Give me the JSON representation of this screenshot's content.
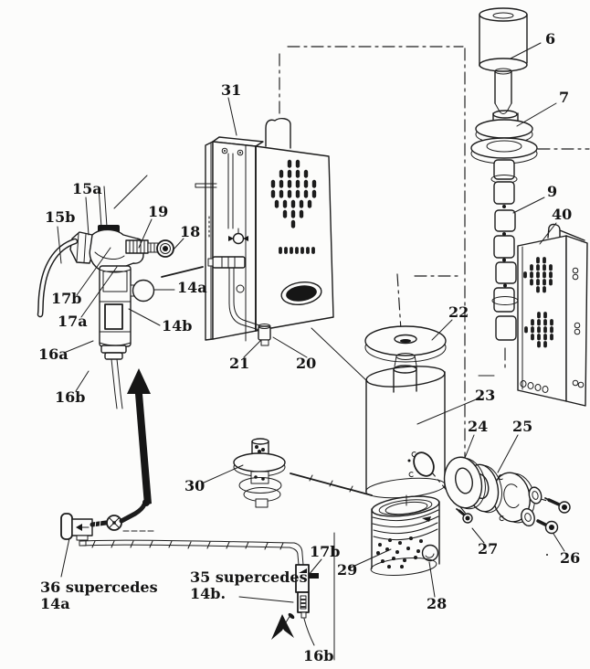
{
  "canvas": {
    "background": "#fcfcfb",
    "ink": "#1c1c1c"
  },
  "labels": {
    "n6": "6",
    "n7": "7",
    "n9": "9",
    "n40": "40",
    "n31": "31",
    "n15a": "15a",
    "n15b": "15b",
    "n19": "19",
    "n18": "18",
    "n17b": "17b",
    "n17a": "17a",
    "n14a": "14a",
    "n14b": "14b",
    "n16a": "16a",
    "n16b": "16b",
    "n21": "21",
    "n20": "20",
    "n22": "22",
    "n23": "23",
    "n24": "24",
    "n25": "25",
    "n26": "26",
    "n27": "27",
    "n28": "28",
    "n29": "29",
    "n30": "30",
    "note36_line1": "36 supercedes",
    "note36_line2": "14a",
    "note35_line1": "35 supercedes",
    "note35_line2": "14b.",
    "n17b_bottom": "17b",
    "n16b_bottom": "16b"
  }
}
